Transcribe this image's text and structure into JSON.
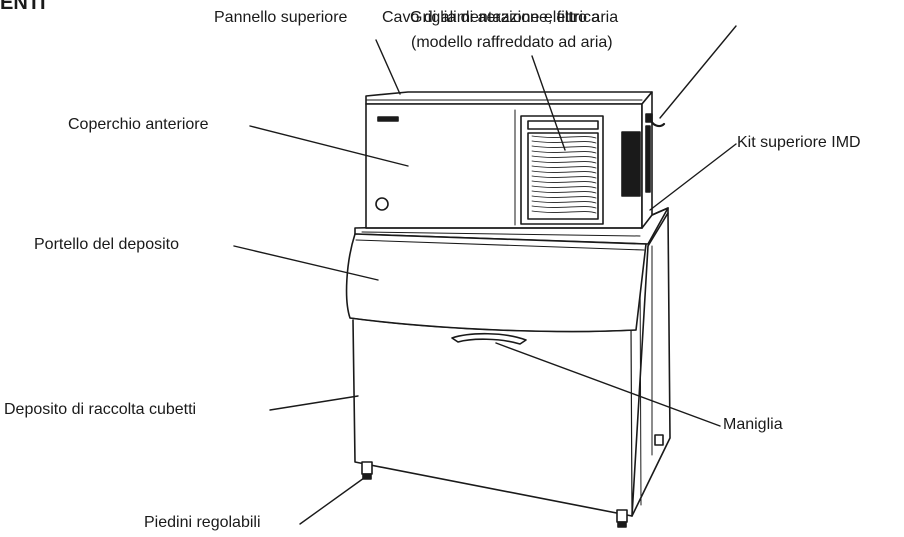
{
  "heading": "ENTI",
  "labels": {
    "top_panel": "Pannello superiore",
    "power_cord": "Cavo di alimentazione elettrica",
    "filter_grid": "Griglia di aerazione, filtro aria",
    "filter_grid_note": "(modello raffreddato ad aria)",
    "front_cover": "Coperchio anteriore",
    "imd_kit": "Kit superiore IMD",
    "bin_door": "Portello del deposito",
    "storage_bin": "Deposito di raccolta cubetti",
    "handle": "Maniglia",
    "legs": "Piedini regolabili"
  },
  "colors": {
    "ink": "#1a1a1a",
    "background": "#ffffff"
  }
}
